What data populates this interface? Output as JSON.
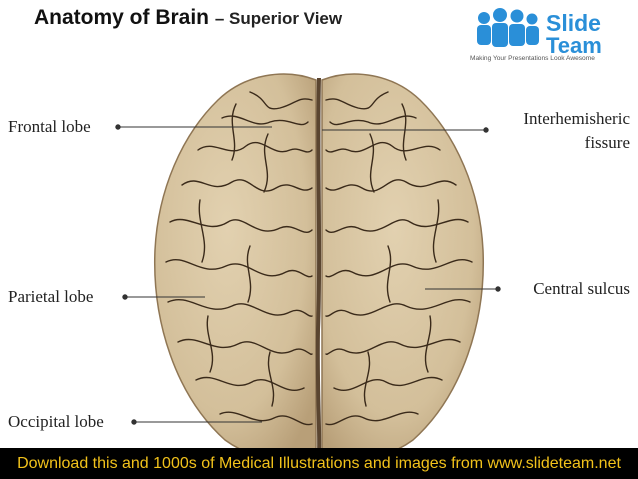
{
  "header": {
    "title": "Anatomy of Brain",
    "subtitle": "– Superior View"
  },
  "logo": {
    "line1": "Slide",
    "line2": "Team",
    "tagline": "Making Your Presentations Look Awesome"
  },
  "labels": {
    "frontal": "Frontal lobe",
    "parietal": "Parietal lobe",
    "occipital": "Occipital lobe",
    "interhemispheric_line1": "Interhemisheric",
    "interhemispheric_line2": "fissure",
    "central": "Central sulcus"
  },
  "footer": {
    "text": "Download this and 1000s of Medical Illustrations and images from www.slideteam.net"
  },
  "colors": {
    "brain_fill": "#d6c3a0",
    "brain_dark": "#b59d77",
    "gyrus_line": "#3a2a1a",
    "footer_bg": "#000000",
    "footer_text": "#f2c21b",
    "logo_blue": "#2a8fd8"
  }
}
